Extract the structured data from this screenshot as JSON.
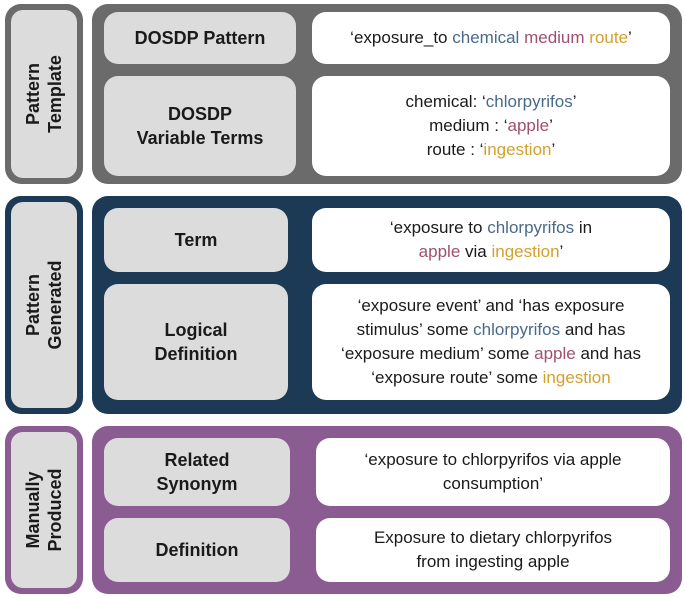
{
  "sections": {
    "template": {
      "label_line1": "Pattern",
      "label_line2": "Template",
      "pattern_label": "DOSDP Pattern",
      "pattern_text": {
        "a": "‘exposure_to ",
        "chem": "chemical",
        "med": "medium",
        "route": "route",
        "end": "’"
      },
      "vars_label_line1": "DOSDP",
      "vars_label_line2": "Variable Terms",
      "vars": {
        "l1_a": "chemical: ‘",
        "l1_v": "chlorpyrifos",
        "l1_b": "’",
        "l2_a": "medium : ‘",
        "l2_v": "apple",
        "l2_b": "’",
        "l3_a": "route : ‘",
        "l3_v": "ingestion",
        "l3_b": "’"
      }
    },
    "generated": {
      "label_line1": "Pattern",
      "label_line2": "Generated",
      "term_label": "Term",
      "term": {
        "a": "‘exposure to ",
        "chem": "chlorpyrifos",
        "b": " in",
        "med": "apple",
        "c": " via ",
        "route": "ingestion",
        "d": "’"
      },
      "logdef_label_line1": "Logical",
      "logdef_label_line2": "Definition",
      "logdef": {
        "l1": "‘exposure event’ and ‘has exposure",
        "l2_a": "stimulus’  some ",
        "l2_chem": "chlorpyrifos",
        "l2_b": " and has",
        "l3_a": "‘exposure medium’ some ",
        "l3_med": "apple",
        "l3_b": " and has",
        "l4_a": "‘exposure route’ some ",
        "l4_route": "ingestion"
      }
    },
    "manual": {
      "label_line1": "Manually",
      "label_line2": "Produced",
      "syn_label_line1": "Related",
      "syn_label_line2": "Synonym",
      "syn_l1": "‘exposure to chlorpyrifos via apple",
      "syn_l2": "consumption’",
      "def_label": "Definition",
      "def_l1": "Exposure to dietary chlorpyrifos",
      "def_l2": "from ingesting apple"
    }
  },
  "colors": {
    "template": "#6b6b6b",
    "generated": "#1c3a55",
    "manual": "#8b5c92",
    "chemical": "#4a6a8a",
    "medium": "#a0506e",
    "route": "#d4a02e"
  }
}
